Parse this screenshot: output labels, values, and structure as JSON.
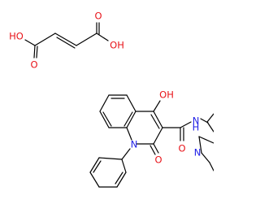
{
  "labels": {
    "fumaric_oh_left": "HO",
    "fumaric_o_left": "O",
    "fumaric_o_right": "O",
    "fumaric_oh_right": "OH",
    "quinoline_oh": "OH",
    "ring_n": "N",
    "amide_n": "N",
    "amide_h": "H",
    "keto_o": "O",
    "amide_o": "O",
    "bicyclic_n": "N"
  },
  "colors": {
    "bond": "#000000",
    "oxygen": "#e8141a",
    "nitrogen": "#2121e6"
  }
}
